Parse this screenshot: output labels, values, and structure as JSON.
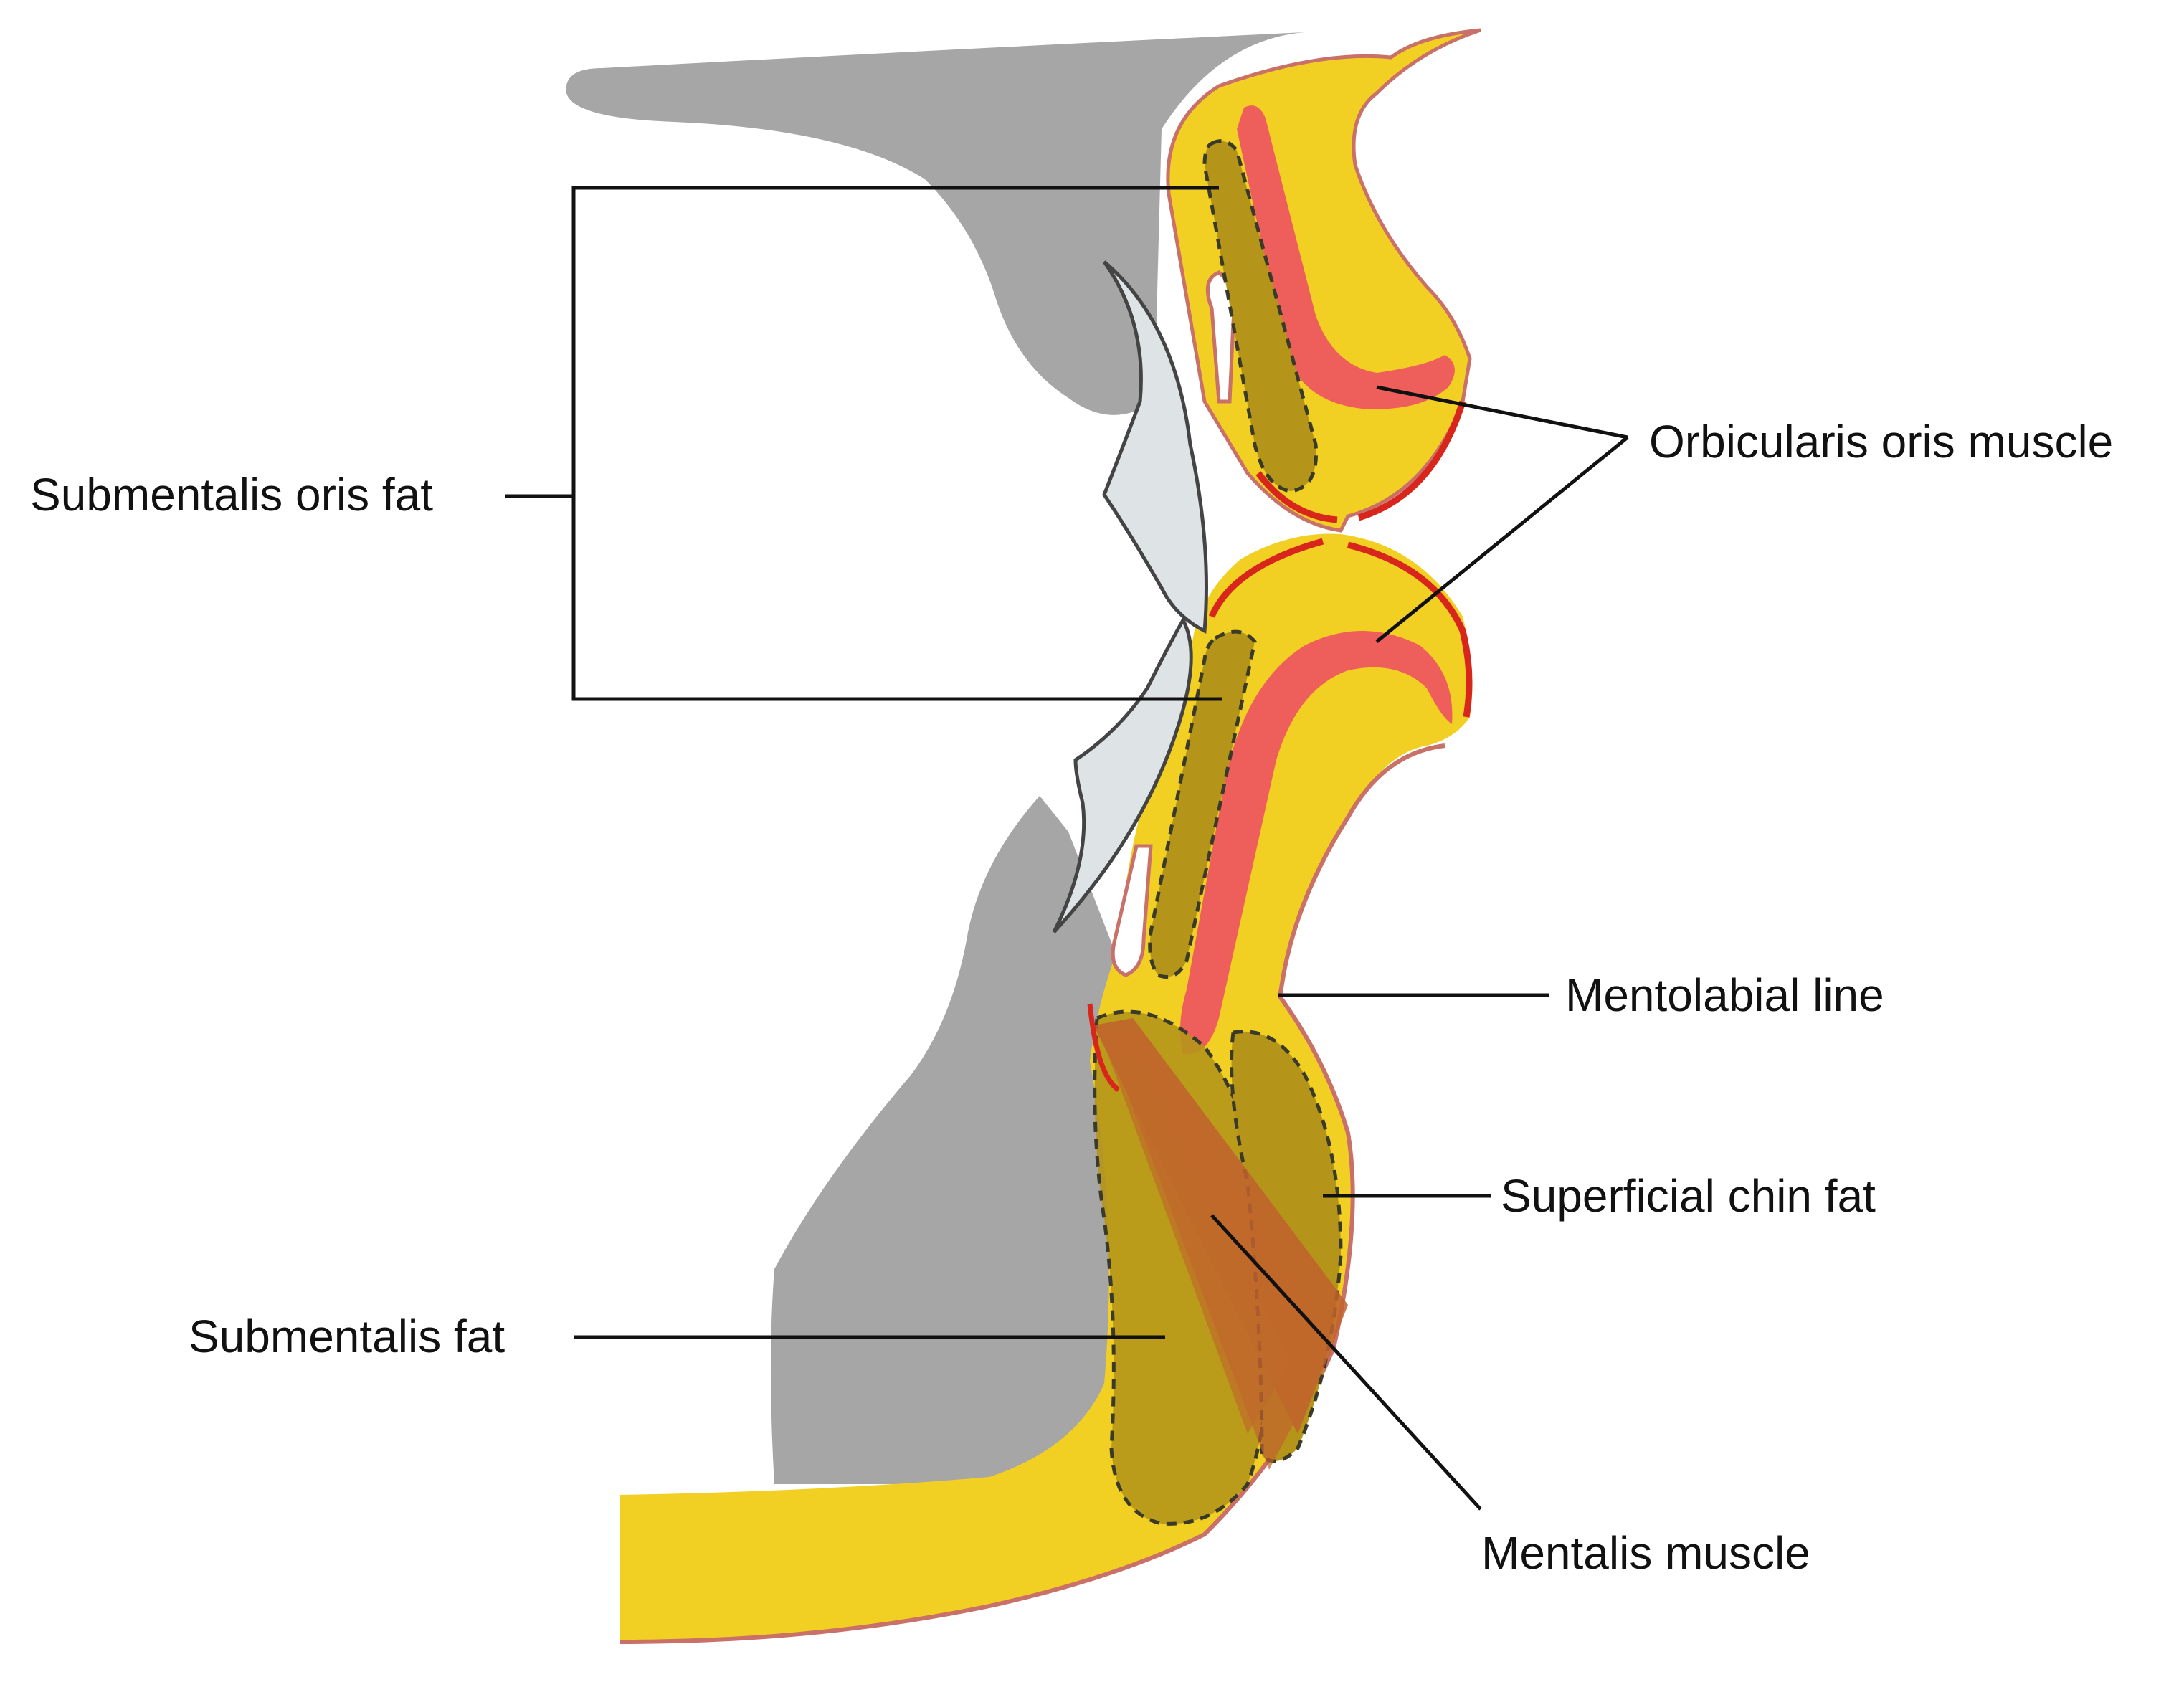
{
  "labels": {
    "submentalis_oris_fat": "Submentalis oris fat",
    "orbicularis_oris_muscle": "Orbicularis oris muscle",
    "mentolabial_line": "Mentolabial line",
    "superficial_chin_fat": "Superficial chin fat",
    "submentalis_fat": "Submentalis fat",
    "mentalis_muscle": "Mentalis muscle"
  },
  "colors": {
    "soft_tissue": "#F2D023",
    "skin_outline": "#C97068",
    "muscle": "#EE5F5B",
    "mucosa_edge": "#D9261C",
    "fat_pad": "#B59519",
    "mentalis": "#C0622E",
    "bone": "#A6A6A6",
    "tooth": "#DEE3E6"
  }
}
